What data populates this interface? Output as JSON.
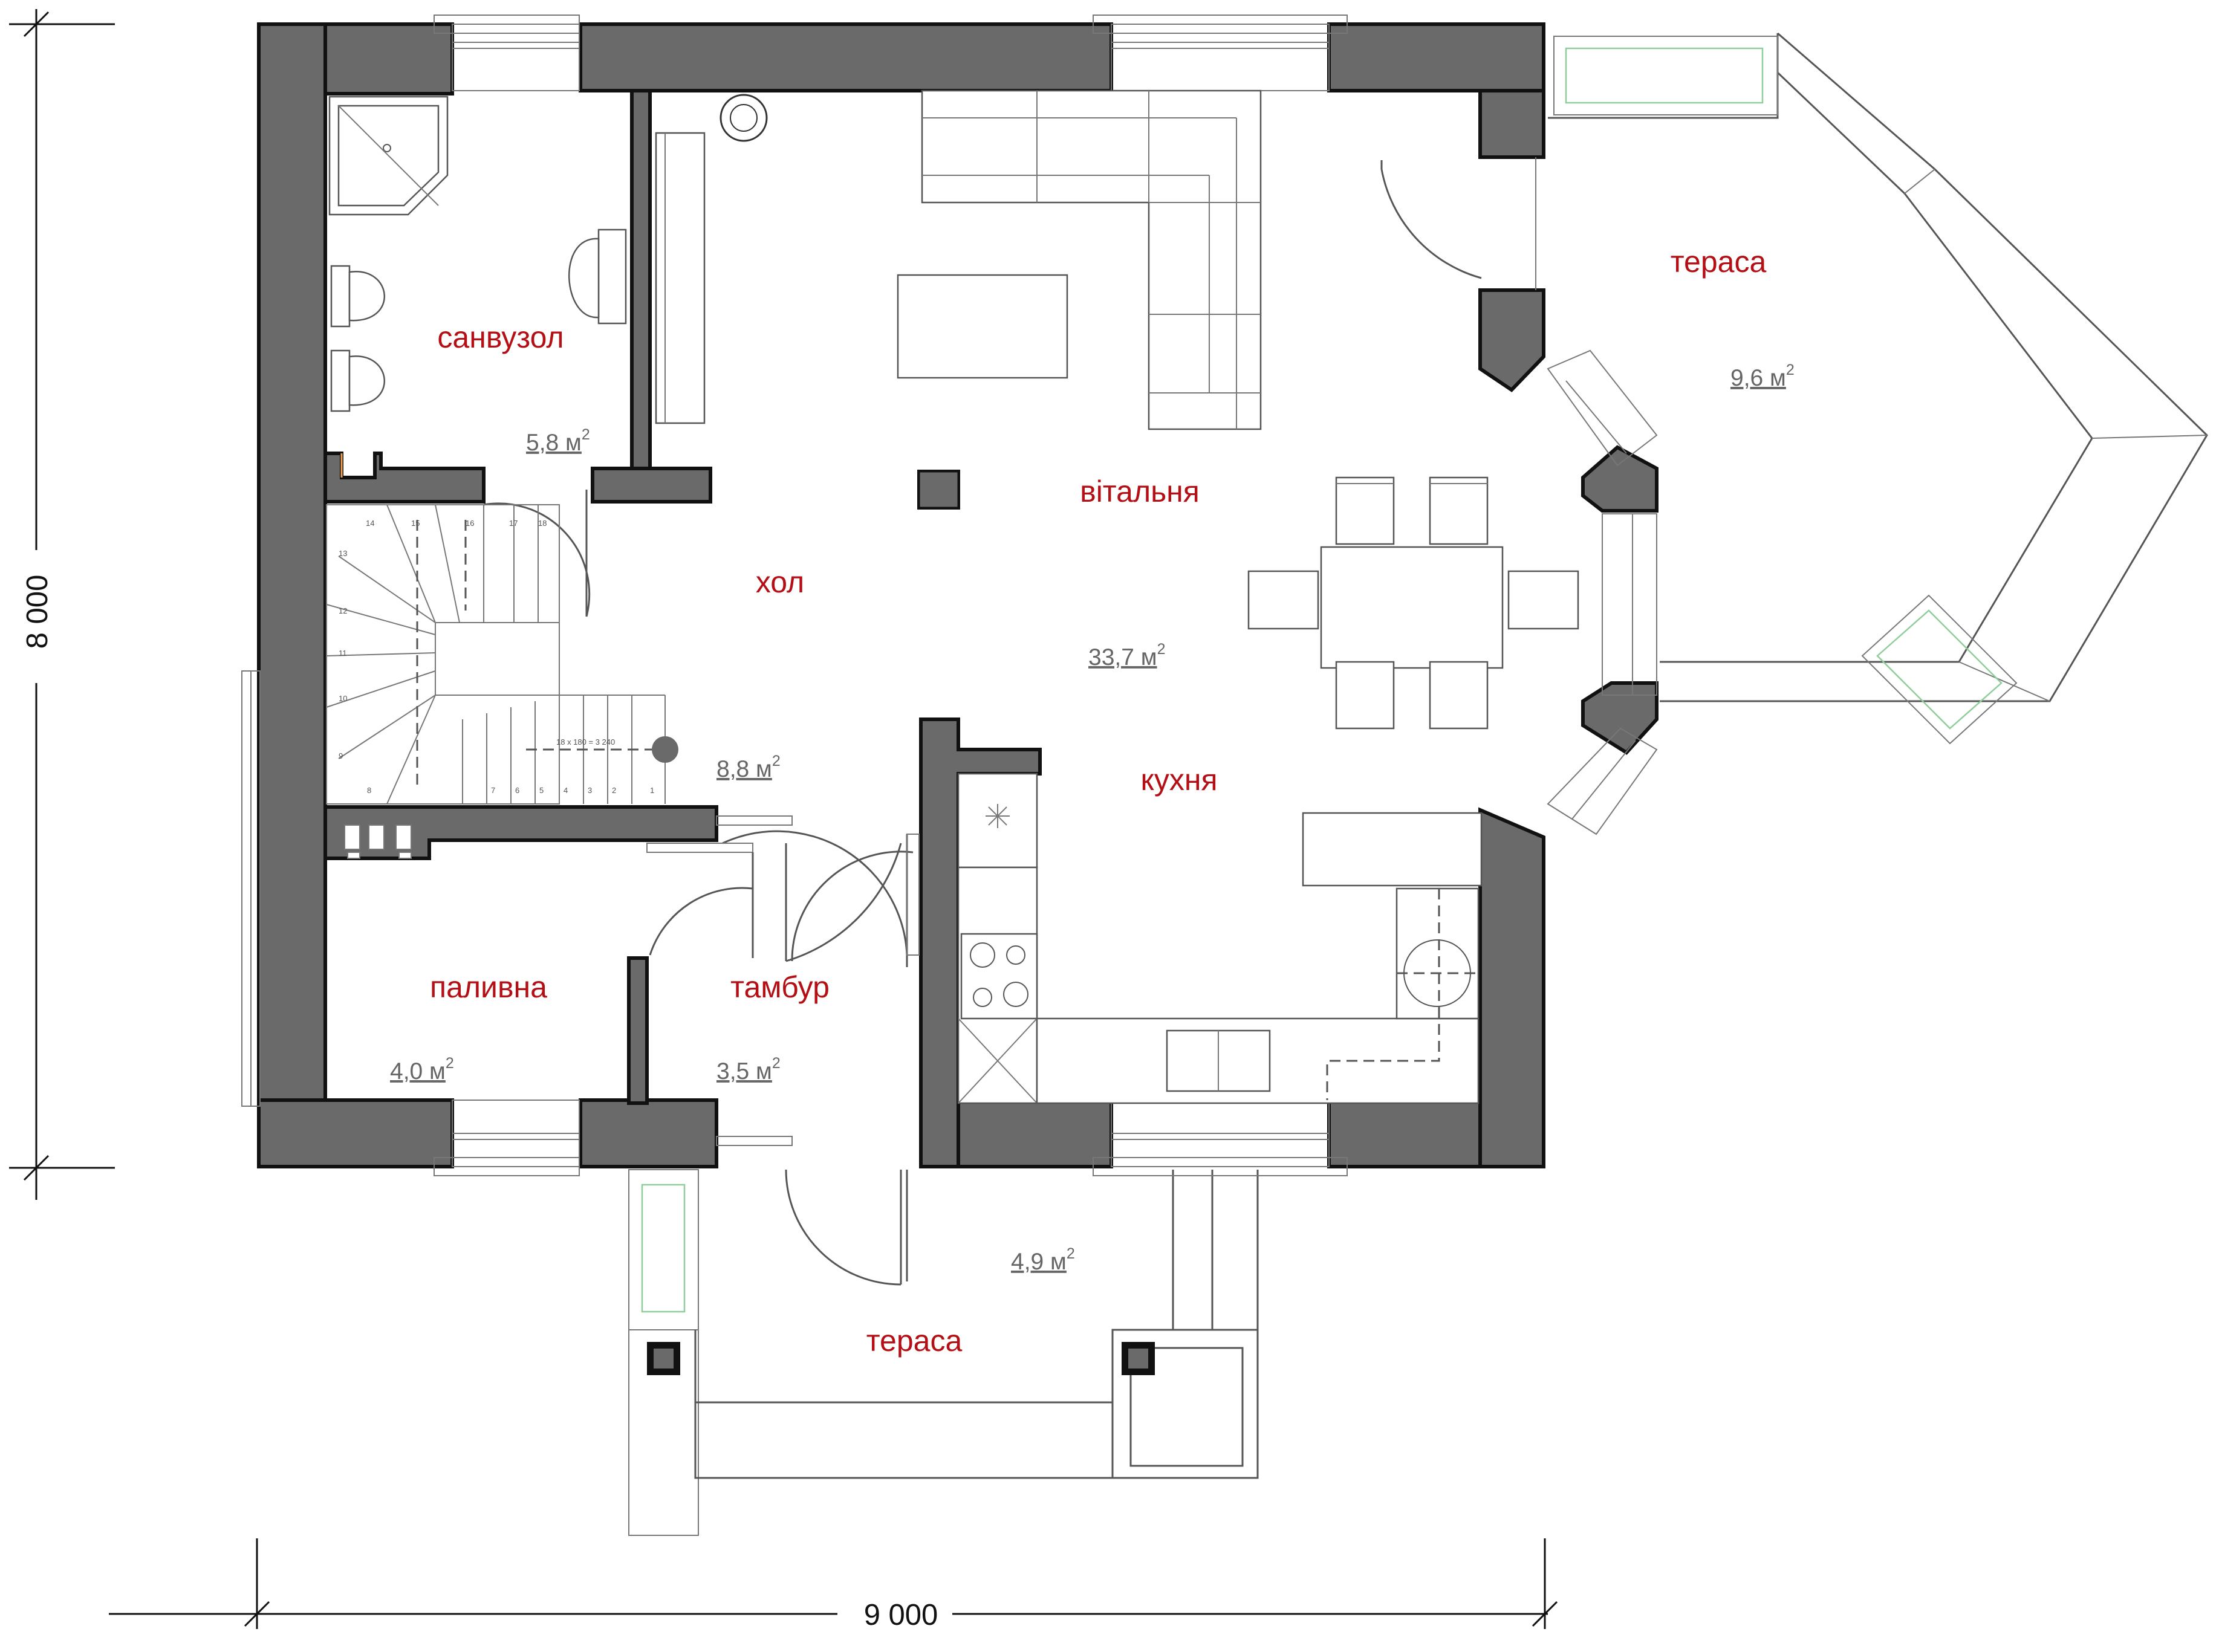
{
  "rooms": {
    "bathroom": {
      "name": "санвузол",
      "area": "5,8 м",
      "sup": "2"
    },
    "living": {
      "name": "вітальня",
      "area": "33,7 м",
      "sup": "2"
    },
    "hall": {
      "name": "хол",
      "area": "8,8 м",
      "sup": "2"
    },
    "kitchen": {
      "name": "кухня"
    },
    "boiler": {
      "name": "паливна",
      "area": "4,0 м",
      "sup": "2"
    },
    "vestibule": {
      "name": "тамбур",
      "area": "3,5 м",
      "sup": "2"
    },
    "terrace_east": {
      "name": "тераса",
      "area": "9,6 м",
      "sup": "2"
    },
    "terrace_south": {
      "name": "тераса",
      "area": "4,9 м",
      "sup": "2"
    }
  },
  "dimensions": {
    "width": "9 000",
    "height": "8 000"
  },
  "stairs": {
    "note": "18 х 180 = 3 240",
    "steps": [
      "1",
      "2",
      "3",
      "4",
      "5",
      "6",
      "7",
      "8",
      "9",
      "10",
      "11",
      "12",
      "13",
      "14",
      "15",
      "16",
      "17",
      "18"
    ]
  }
}
